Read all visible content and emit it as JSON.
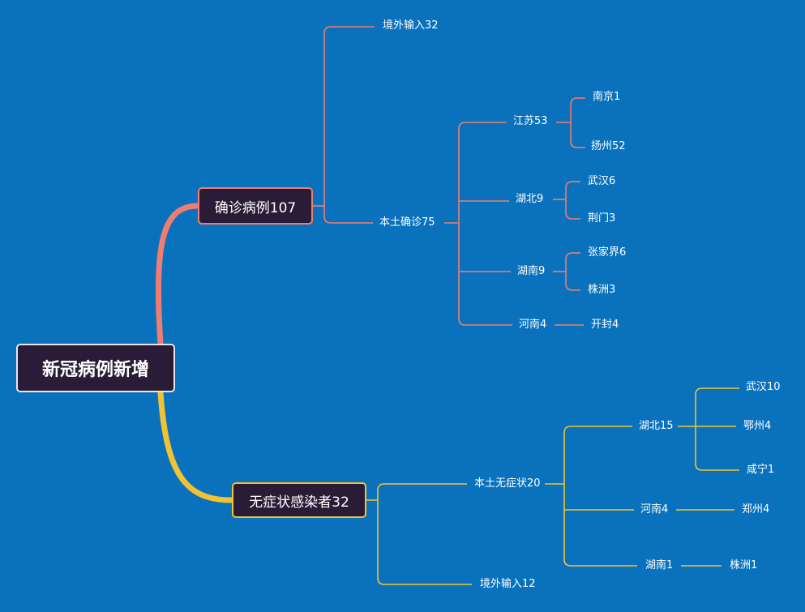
{
  "colors": {
    "background": "#0a72bd",
    "confirmed_branch": "#f07d72",
    "asymptomatic_branch": "#f1c232",
    "node_fill": "#2a1c36"
  },
  "root": {
    "label": "新冠病例新增"
  },
  "confirmed": {
    "label": "确诊病例107",
    "imported": "境外输入32",
    "local": {
      "label": "本土确诊75",
      "jiangsu": {
        "label": "江苏53",
        "nanjing": "南京1",
        "yangzhou": "扬州52"
      },
      "hubei": {
        "label": "湖北9",
        "wuhan": "武汉6",
        "jingmen": "荆门3"
      },
      "hunan": {
        "label": "湖南9",
        "zhangjiajie": "张家界6",
        "zhuzhou": "株洲3"
      },
      "henan": {
        "label": "河南4",
        "kaifeng": "开封4"
      }
    }
  },
  "asymptomatic": {
    "label": "无症状感染者32",
    "local": {
      "label": "本土无症状20",
      "hubei": {
        "label": "湖北15",
        "wuhan": "武汉10",
        "ezhou": "鄂州4",
        "xianning": "咸宁1"
      },
      "henan": {
        "label": "河南4",
        "zhengzhou": "郑州4"
      },
      "hunan": {
        "label": "湖南1",
        "zhuzhou": "株洲1"
      }
    },
    "imported": "境外输入12"
  }
}
